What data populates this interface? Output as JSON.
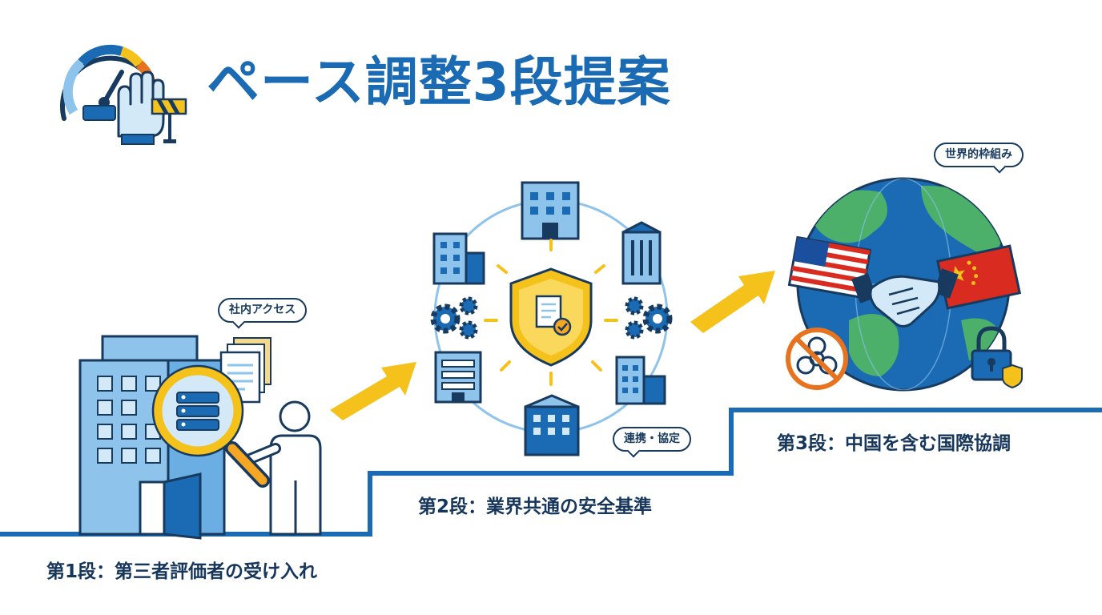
{
  "title": "ペース調整3段提案",
  "steps": [
    {
      "label": "第1段：第三者評価者の受け入れ",
      "bubble": "社内アクセス"
    },
    {
      "label": "第2段：業界共通の安全基準",
      "bubble": "連携・協定"
    },
    {
      "label": "第3段：中国を含む国際協調",
      "bubble": "世界的枠組み"
    }
  ],
  "colors": {
    "primary_blue": "#1a6bb3",
    "dark_navy": "#173a5e",
    "light_blue": "#8ec3ec",
    "accent_yellow": "#f5c21b",
    "shield_gold": "#f2b61c",
    "globe_green": "#4caf6a",
    "flag_red": "#d92b1f"
  },
  "icons": [
    "speedometer-icon",
    "hand-stop-icon",
    "barrier-icon",
    "building-icon",
    "magnifier-icon",
    "server-icon",
    "documents-icon",
    "person-icon",
    "shield-icon",
    "gear-icon",
    "arrow-icon",
    "globe-icon",
    "us-flag-icon",
    "china-flag-icon",
    "handshake-icon",
    "biohazard-prohibited-icon",
    "padlock-icon"
  ]
}
